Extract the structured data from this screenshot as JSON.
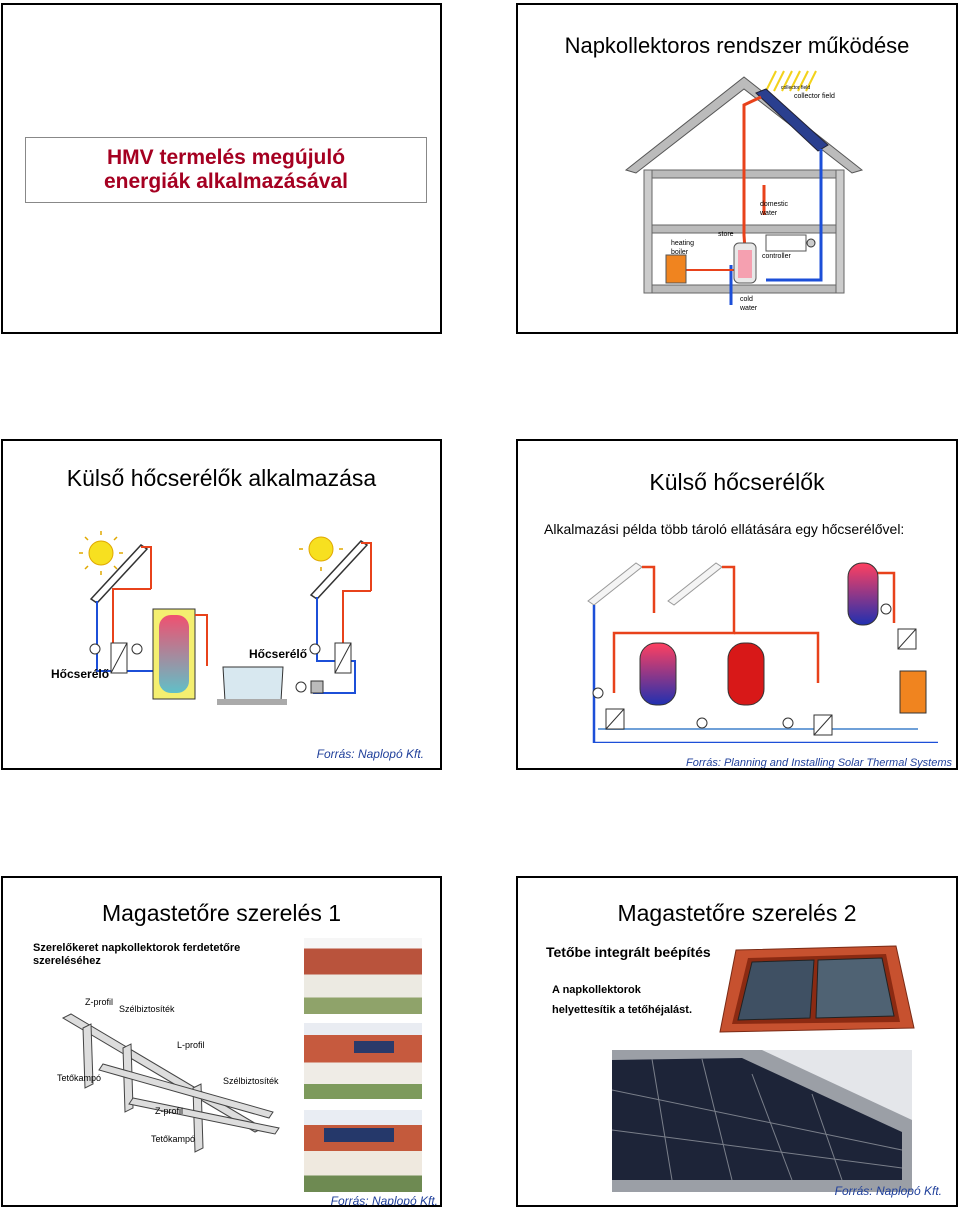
{
  "slides": {
    "s1": {
      "title": "HMV termelés megújuló energiák alkalmazásával"
    },
    "s2": {
      "title": "Napkollektoros rendszer működése",
      "labels": {
        "collector_field": "collector field",
        "domestic_water": "domestic water",
        "store": "store",
        "heating_boiler": "heating boiler",
        "controller": "controller",
        "cold_water": "cold water"
      }
    },
    "s3": {
      "title": "Külső hőcserélők alkalmazása",
      "label_left": "Hőcserélő",
      "label_right": "Hőcserélő",
      "source": "Forrás: Naplopó Kft."
    },
    "s4": {
      "title": "Külső hőcserélők",
      "subtitle": "Alkalmazási példa több tároló ellátására egy hőcserélővel:",
      "source": "Forrás: Planning and Installing Solar Thermal Systems"
    },
    "s5": {
      "title": "Magastetőre szerelés 1",
      "subtitle": "Szerelőkeret napkollektorok ferdetetőre szereléséhez",
      "labels": {
        "z1": "Z-profil",
        "sz1": "Szélbiztosíték",
        "l": "L-profil",
        "t1": "Tetőkampó",
        "sz2": "Szélbiztosíték",
        "z2": "Z-profil",
        "t2": "Tetőkampó"
      },
      "source": "Forrás: Naplopó Kft."
    },
    "s6": {
      "title": "Magastetőre szerelés 2",
      "subtitle": "Tetőbe integrált beépítés",
      "text1": "A napkollektorok",
      "text2": "helyettesítik a tetőhéjalást.",
      "source": "Forrás: Naplopó Kft."
    }
  },
  "colors": {
    "title_red": "#a50021",
    "source_blue": "#1f3f9a",
    "pipe_red": "#e8421b",
    "pipe_blue": "#1c4fd8"
  }
}
